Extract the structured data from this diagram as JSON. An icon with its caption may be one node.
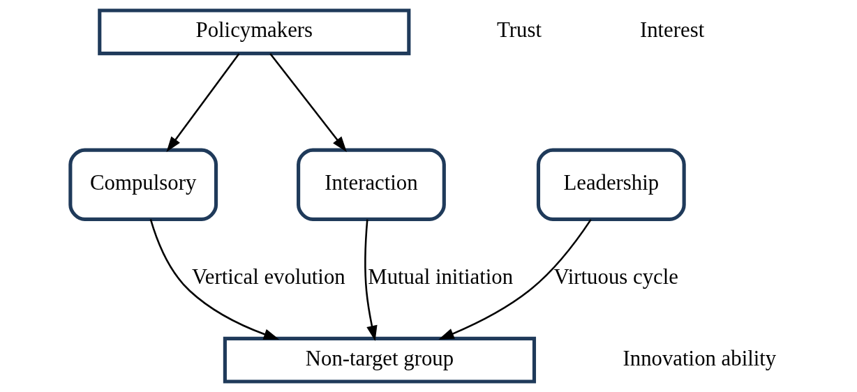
{
  "diagram": {
    "nodes": [
      {
        "text": [
          "Policymakers"
        ]
      },
      {
        "text": [
          "Compulsory"
        ]
      },
      {
        "text": [
          "Leadership"
        ]
      },
      {
        "text": [
          "Interaction"
        ]
      },
      {
        "text": [
          "Non-target group"
        ]
      }
    ],
    "edges": [
      {
        "from": 0,
        "to": 1,
        "arrow": "to"
      },
      {
        "from": 0,
        "to": 3,
        "arrow": "to"
      },
      {
        "from": 1,
        "to": 4,
        "arrow": "to",
        "label": "Vertical evolution"
      },
      {
        "from": 2,
        "to": 4,
        "arrow": "to",
        "label": "Virtuous cycle"
      },
      {
        "from": 3,
        "to": 4,
        "arrow": "to",
        "label": "Mutual initiation"
      }
    ],
    "labels": [
      "Trust",
      "Interest",
      "Innovation ability"
    ]
  }
}
